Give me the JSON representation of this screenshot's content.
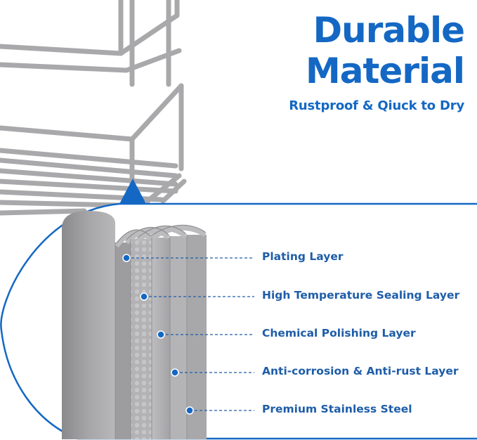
{
  "header": {
    "title_line1": "Durable",
    "title_line2": "Material",
    "subtitle": "Rustproof & Qiuck to Dry"
  },
  "layers": [
    {
      "label": "Plating Layer"
    },
    {
      "label": "High Temperature Sealing Layer"
    },
    {
      "label": "Chemical Polishing Layer"
    },
    {
      "label": "Anti-corrosion & Anti-rust Layer"
    },
    {
      "label": "Premium Stainless Steel"
    }
  ],
  "colors": {
    "accent": "#1468c4",
    "label_text": "#1e5da8",
    "rack_metal": "#a9a9ab",
    "tube_metal": "#9a9a9d"
  },
  "icons": {
    "pointer": "triangle-pointer-icon",
    "layer_marker": "dot-marker-icon"
  }
}
